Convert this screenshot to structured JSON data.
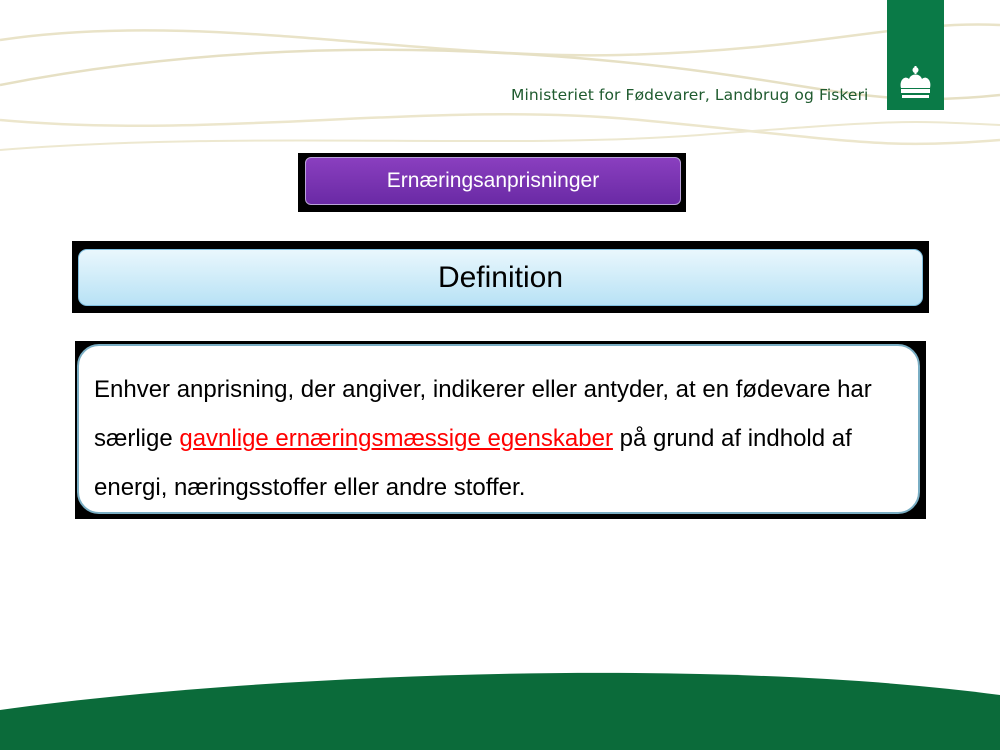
{
  "header": {
    "ministry_name": "Ministeriet for Fødevarer, Landbrug og Fiskeri",
    "logo": "crown-icon",
    "brand_color": "#0a7a47"
  },
  "slide": {
    "topic_label": "Ernæringsanprisninger",
    "heading": "Definition",
    "definition": {
      "part1": "Enhver anprisning, der angiver, indikerer eller antyder, at en fødevare har særlige ",
      "highlight": "gavnlige ernæringsmæssige egenskaber",
      "part2": " på grund af indhold af energi, næringsstoffer eller andre stoffer."
    }
  },
  "colors": {
    "topic_background": "#7a35b0",
    "heading_background": "#cdeefb",
    "highlight_text": "#ff0000",
    "footer_band": "#0b6b3a"
  }
}
